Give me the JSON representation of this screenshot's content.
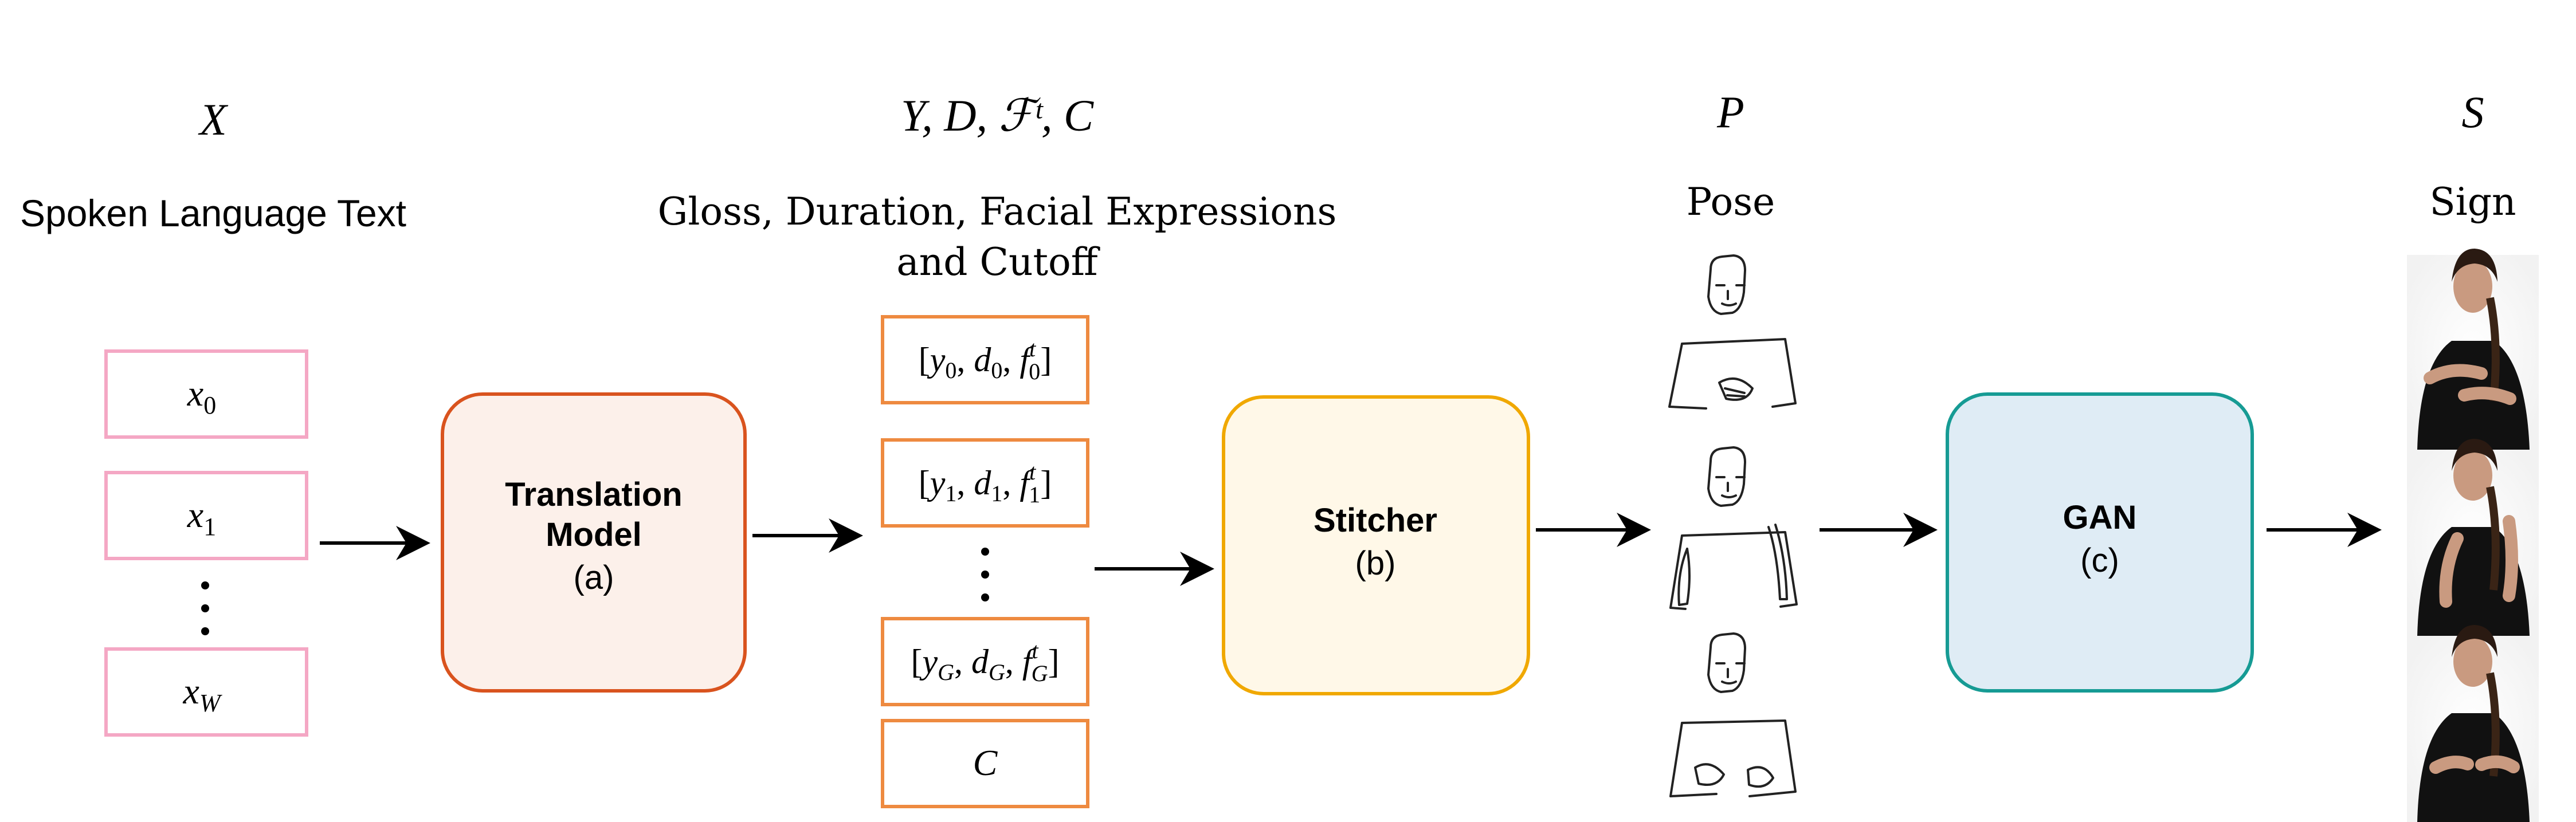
{
  "columns": {
    "input": {
      "symbol": "X",
      "label": "Spoken Language Text"
    },
    "output": {
      "symbol": "Y, D, ℱᵗ, C",
      "label_line1": "Gloss, Duration, Facial Expressions",
      "label_line2": "and Cutoff"
    },
    "pose": {
      "symbol": "P",
      "label": "Pose"
    },
    "sign": {
      "symbol": "S",
      "label": "Sign"
    }
  },
  "input_tokens": [
    {
      "base": "x",
      "sub": "0"
    },
    {
      "base": "x",
      "sub": "1"
    },
    {
      "base": "x",
      "sub": "W"
    }
  ],
  "gloss_tuples": [
    {
      "y": "0",
      "d": "0",
      "f": "0"
    },
    {
      "y": "1",
      "d": "1",
      "f": "1"
    },
    {
      "y": "G",
      "d": "G",
      "f": "G"
    }
  ],
  "cutoff": {
    "symbol": "C"
  },
  "modules": {
    "translation": {
      "title_line1": "Translation",
      "title_line2": "Model",
      "tag": "(a)"
    },
    "stitcher": {
      "title": "Stitcher",
      "tag": "(b)"
    },
    "gan": {
      "title": "GAN",
      "tag": "(c)"
    }
  },
  "colors": {
    "input_box": "#f4a7c4",
    "gloss_box": "#ee8a40",
    "translation_fill": "#fcf0ea",
    "translation_stroke": "#d9531e",
    "stitcher_fill": "#fff8e8",
    "stitcher_stroke": "#f0a800",
    "gan_fill": "#dfecf5",
    "gan_stroke": "#169b94"
  }
}
